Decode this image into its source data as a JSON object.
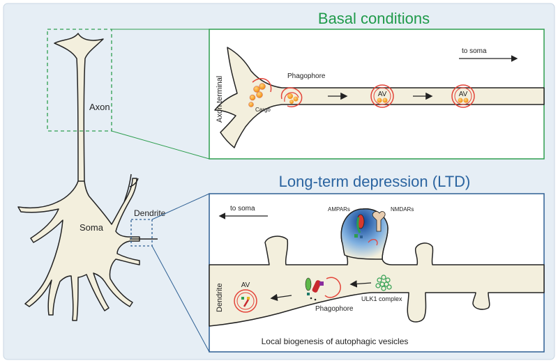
{
  "colors": {
    "background": "#e6eef5",
    "cell_fill": "#f3efdd",
    "outline": "#222222",
    "green_frame": "#2e9e4f",
    "blue_frame": "#2d5f93",
    "title_green": "#1f9a4a",
    "title_blue": "#2b64a0",
    "vesicle_membrane": "#e4453a",
    "cargo": "#f2a21b"
  },
  "neuron": {
    "axon_label": "Axon",
    "soma_label": "Soma",
    "dendrite_label": "Dendrite"
  },
  "basal": {
    "title": "Basal conditions",
    "axon_terminal_label": "Axon terminal",
    "phagophore_label": "Phagophore",
    "cargo_label": "Cargo",
    "av_label_1": "AV",
    "av_label_2": "AV",
    "to_soma_label": "to soma"
  },
  "ltd": {
    "title": "Long-term depression (LTD)",
    "to_soma_label": "to soma",
    "ampars_label": "AMPARs",
    "nmdars_label": "NMDARs",
    "dendrite_label": "Dendrite",
    "av_label": "AV",
    "phagophore_label": "Phagophore",
    "ulk1_label": "ULK1 complex",
    "caption": "Local biogenesis of autophagic vesicles"
  }
}
